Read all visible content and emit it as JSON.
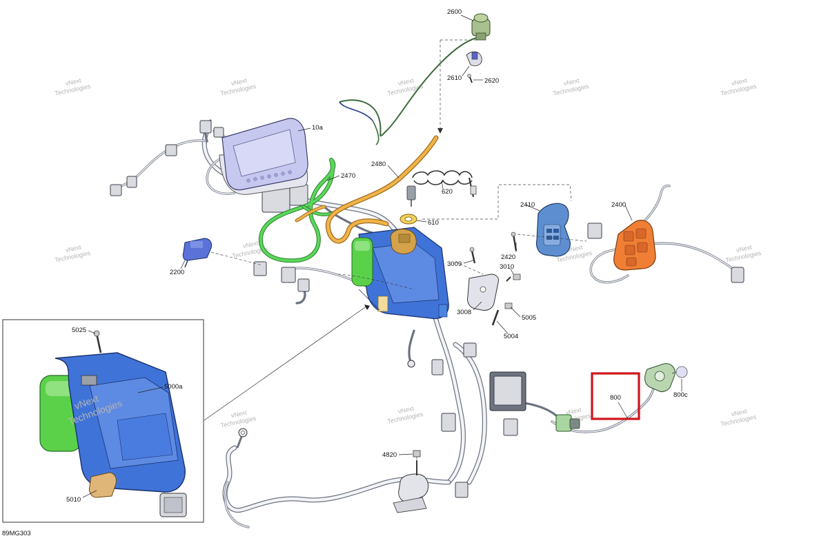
{
  "diagram_id": "89MG303",
  "watermark": {
    "line1": "vNext",
    "line2": "Technologies",
    "inline": "vNext Technologies"
  },
  "callouts": {
    "c2600": "2600",
    "c2610": "2610",
    "c2620": "2620",
    "c10a": "10a",
    "c2470": "2470",
    "c2480": "2480",
    "c620": "620",
    "c610": "610",
    "c2410": "2410",
    "c2400": "2400",
    "c2420": "2420",
    "c3009": "3009",
    "c3010": "3010",
    "c3008": "3008",
    "c5005": "5005",
    "c5004": "5004",
    "c2200": "2200",
    "c5025": "5025",
    "c5000a": "5000a",
    "c5010": "5010",
    "c800": "800",
    "c800c": "800c",
    "c4820": "4820"
  },
  "colors": {
    "highlight_box": "#d0141c",
    "ecm_blue": "#3f73d8",
    "relay_green": "#5bd14a",
    "hose_green": "#58d85a",
    "hose_orange": "#f0b44a",
    "switch_orange": "#f07f35",
    "switch_blue": "#5d8fd0",
    "cluster_lavender": "#c6c8f0",
    "harness_gray": "#6c7280"
  },
  "highlighted_part": "800"
}
